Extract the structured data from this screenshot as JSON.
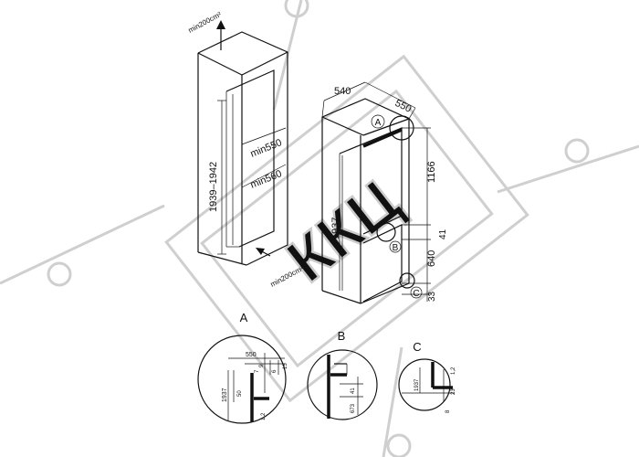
{
  "watermark": {
    "text": "ККЦ",
    "color": "#cccccc"
  },
  "cabinet": {
    "airflow_top": "min200cm²",
    "airflow_bottom": "min200cm²",
    "height_range": "1939–1942",
    "depth_min_a": "min550",
    "depth_min_b": "min560"
  },
  "appliance": {
    "width": "540",
    "depth": "550",
    "height_total": "1937",
    "height_upper": "1166",
    "gap": "41",
    "height_lower": "640",
    "base": "33",
    "marker_a": "A",
    "marker_b": "B",
    "marker_c": "C"
  },
  "detail_a": {
    "title": "A",
    "dim_width": "550",
    "dim_7": "7",
    "dim_9": "9",
    "dim_15": "15",
    "dim_6": "6",
    "dim_height": "1937",
    "dim_50": "50",
    "dim_12": "1,2"
  },
  "detail_b": {
    "title": "B",
    "dim_41": "41",
    "dim_673": "673"
  },
  "detail_c": {
    "title": "C",
    "dim_1937": "1937",
    "dim_12": "1,2",
    "dim_23": "23",
    "dim_8": "8"
  }
}
